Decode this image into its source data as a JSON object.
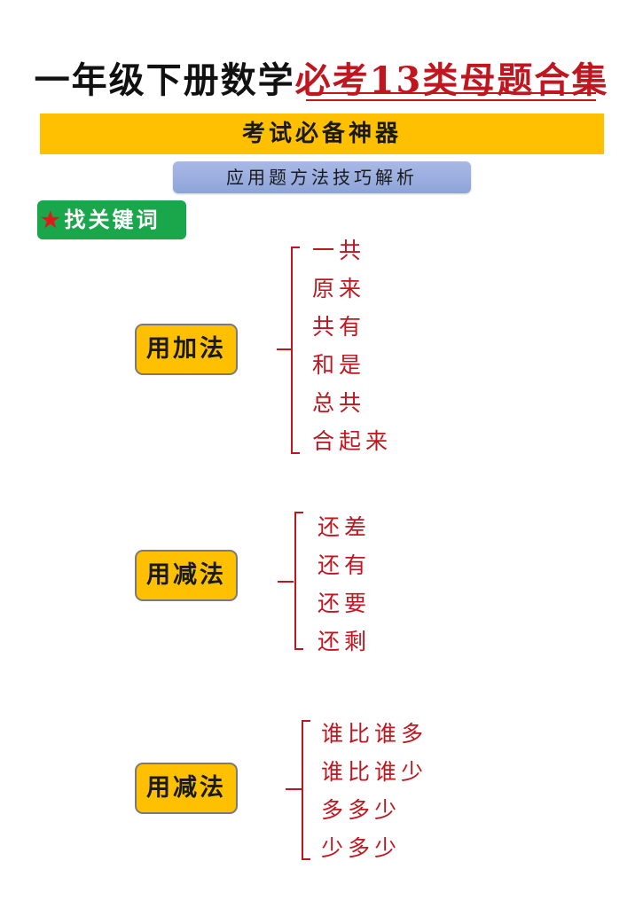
{
  "header": {
    "title_black": "一年级下册数学",
    "title_red": "必考13类母题合集"
  },
  "banner": {
    "label": "考试必备神器"
  },
  "subbanner": {
    "label": "应用题方法技巧解析"
  },
  "keyword_badge": {
    "icon": "star-icon",
    "label": "找关键词"
  },
  "groups": [
    {
      "method": "用加法",
      "words": [
        "一共",
        "原来",
        "共有",
        "和是",
        "总共",
        "合起来"
      ]
    },
    {
      "method": "用减法",
      "words": [
        "还差",
        "还有",
        "还要",
        "还剩"
      ]
    },
    {
      "method": "用减法",
      "words": [
        "谁比谁多",
        "谁比谁少",
        "多多少",
        "少多少"
      ]
    }
  ],
  "colors": {
    "accent_red": "#c0161f",
    "banner_yellow": "#fec000",
    "subbanner_blue": "#9aaee0",
    "badge_green": "#1aa64b"
  }
}
